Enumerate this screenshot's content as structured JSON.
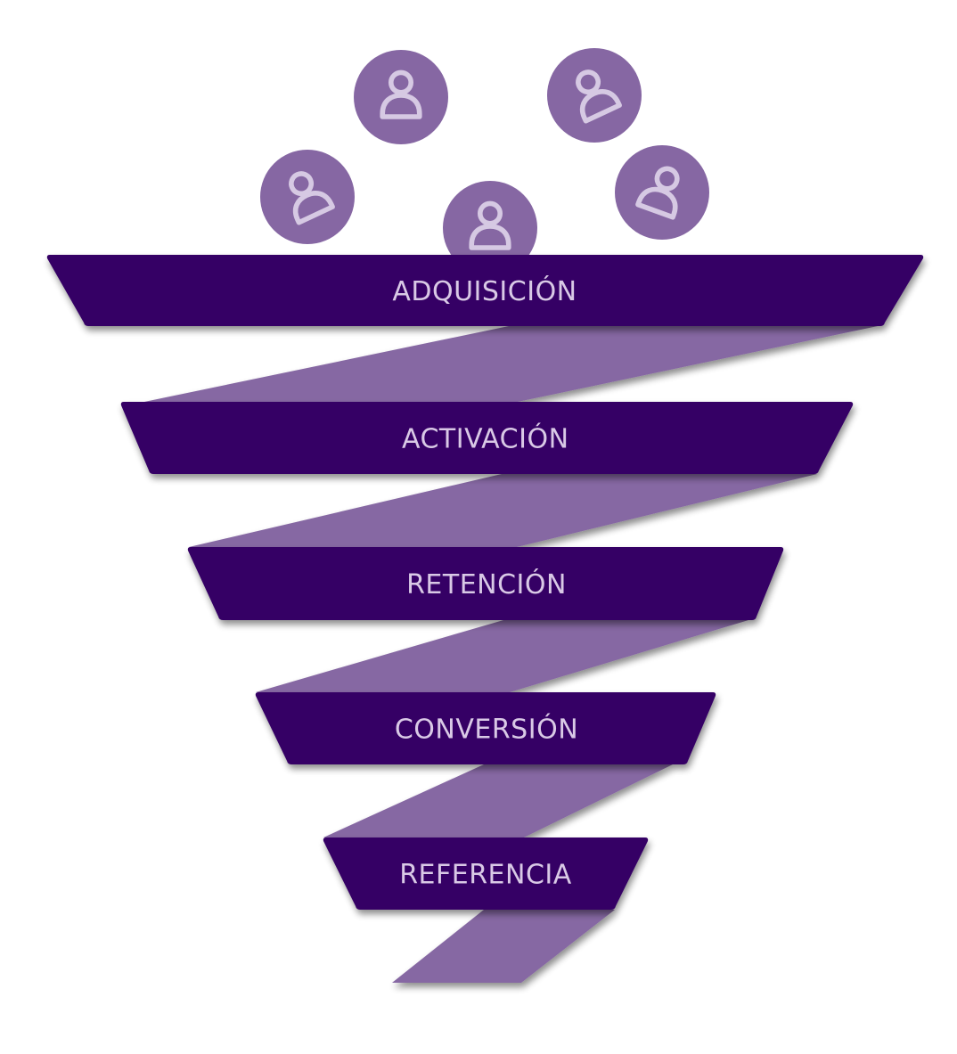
{
  "title": "Marketing funnel (AARRR)",
  "colors": {
    "band": "#360665",
    "ribbon": "#8667a3",
    "circle": "#8667a3",
    "icon_stroke": "#d6c9e3",
    "label": "#d9c9e6"
  },
  "users": [
    {
      "icon": "user-icon"
    },
    {
      "icon": "user-icon"
    },
    {
      "icon": "user-icon"
    },
    {
      "icon": "user-icon"
    },
    {
      "icon": "user-icon"
    }
  ],
  "stages": [
    {
      "label": "ADQUISICIÓN"
    },
    {
      "label": "ACTIVACIÓN"
    },
    {
      "label": "RETENCIÓN"
    },
    {
      "label": "CONVERSIÓN"
    },
    {
      "label": "REFERENCIA"
    }
  ]
}
